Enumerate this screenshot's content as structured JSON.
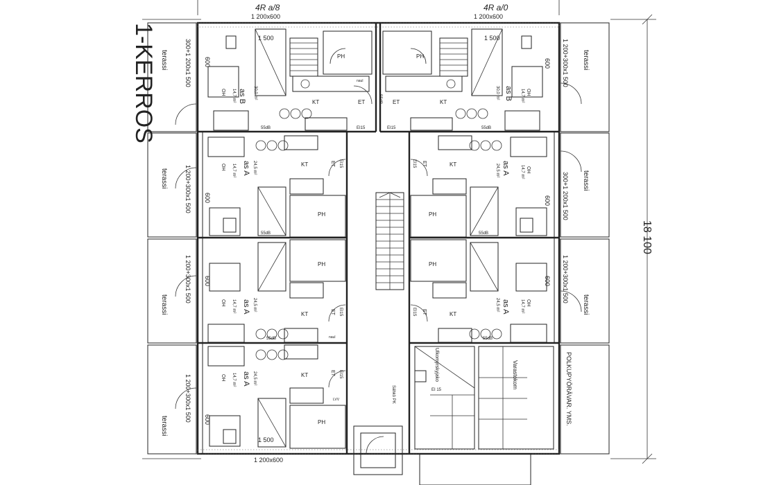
{
  "floor_title": "1-KERROS",
  "total_dimension": "18 100",
  "top_notes": {
    "left_hand": "4R a/8",
    "right_hand": "4R a/0",
    "left_dim": "1 200x600",
    "right_dim": "1 200x600"
  },
  "bottom_dim": "1 200x600",
  "terrace_label": "terassi",
  "terrace_dims": {
    "left_top": "300+1 200x1 500",
    "left_mid": "1 200+300x1 500",
    "left_low": "1 200+300x1 500",
    "left_bottom": "1 200+300x1 500",
    "right_top": "1 200+300x1 500",
    "right_mid": "300+1 200x1 500",
    "right_low": "1 200+300x1 500"
  },
  "dim_600": "600",
  "dim_1500": "1 500",
  "apt_b": {
    "name": "as B",
    "area": "30,0 m²",
    "oh_area": "14,7 m²"
  },
  "apt_a": {
    "name": "as A",
    "area": "24,5 m²",
    "oh_area": "14,7 m²"
  },
  "rooms": {
    "kt": "KT",
    "et": "ET",
    "oh": "OH",
    "ph": "PH"
  },
  "small": {
    "db55": "55dB",
    "ei15": "EI15",
    "naul": "naul",
    "lvv": "LVV",
    "ei_15": "EI 15"
  },
  "service": {
    "utility": "Ulkomyrskyjako",
    "riser": "Sähkö PK",
    "storage": "Varastokom",
    "bike": "POLKUPYÖRÄVAR. YMS."
  }
}
